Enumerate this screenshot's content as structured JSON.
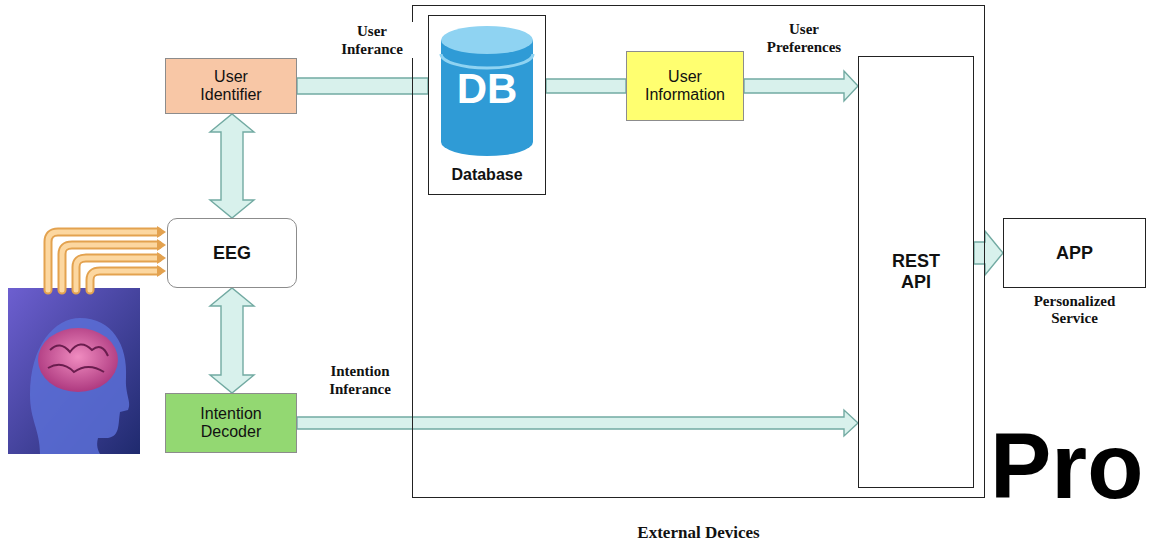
{
  "diagram": {
    "nodes": [
      {
        "text": [
          "User Identifier"
        ]
      },
      {
        "text": [
          "External Devices"
        ]
      },
      {
        "text": [
          "DB",
          "Database"
        ],
        "in": 1
      },
      {
        "text": [
          "User Information"
        ],
        "in": 1
      },
      {
        "text": [
          "REST API"
        ],
        "in": 1
      },
      {
        "text": [
          "APP",
          "Personalized Service"
        ]
      },
      {
        "text": [
          "EEG"
        ]
      },
      {
        "text": [
          "Intention Decoder"
        ]
      }
    ],
    "edges": [
      {
        "from": 6,
        "to": 0,
        "arrow": "both"
      },
      {
        "from": 0,
        "to": 2,
        "label": "User Inferance",
        "arrow": "none"
      },
      {
        "from": 2,
        "to": 3,
        "arrow": "none"
      },
      {
        "from": 3,
        "to": 4,
        "label": "User Preferences",
        "arrow": "to"
      },
      {
        "from": 6,
        "to": 7,
        "arrow": "both"
      },
      {
        "from": 7,
        "to": 4,
        "label": "Intention Inferance",
        "arrow": "to"
      },
      {
        "from": 4,
        "to": 5,
        "arrow": "to"
      }
    ],
    "labels": [
      "Pro"
    ]
  }
}
